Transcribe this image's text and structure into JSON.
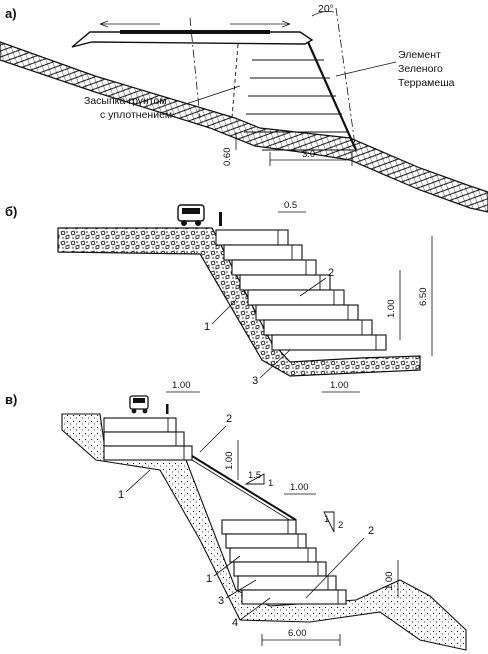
{
  "panels": {
    "a": {
      "label": "а)",
      "angle": "20°",
      "element_label": [
        "Элемент",
        "Зеленого",
        "Террамеша"
      ],
      "backfill_label": [
        "Засыпка грунтом",
        "с уплотнением"
      ],
      "dim_height": "0.60",
      "dim_width": "3.0"
    },
    "b": {
      "label": "б)",
      "dim_top": "0.5",
      "dim_right_small": "1.00",
      "dim_right_total": "6.50",
      "dim_bottom": "1.00",
      "callouts": [
        "1",
        "2",
        "3"
      ]
    },
    "c": {
      "label": "в)",
      "dim_top": "1.00",
      "dim_vertical_upper": "1.00",
      "slope_1": {
        "run": "1.5",
        "rise": "1"
      },
      "dim_middle": "1.00",
      "slope_2": {
        "run": "1",
        "rise": "2"
      },
      "dim_right_vertical": "1.00",
      "dim_bottom": "6.00",
      "callouts": [
        "2",
        "1",
        "1",
        "3",
        "2",
        "4"
      ]
    }
  }
}
